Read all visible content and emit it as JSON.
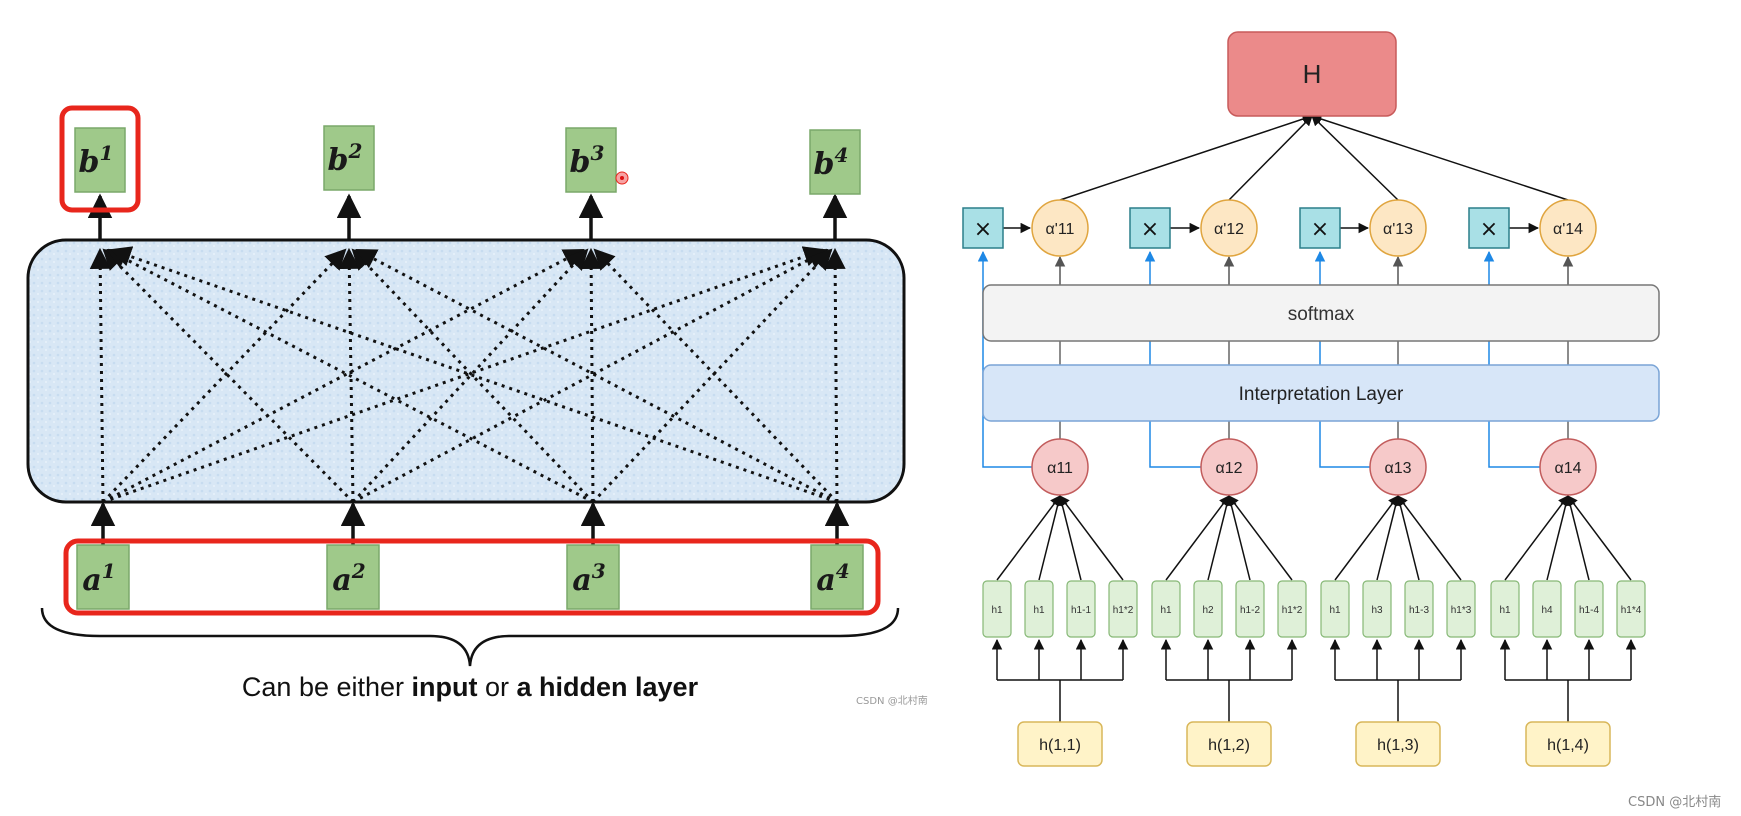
{
  "left_panel": {
    "outputs": [
      {
        "base": "b",
        "sup": "1",
        "highlighted": true
      },
      {
        "base": "b",
        "sup": "2",
        "highlighted": false
      },
      {
        "base": "b",
        "sup": "3",
        "highlighted": false
      },
      {
        "base": "b",
        "sup": "4",
        "highlighted": false
      }
    ],
    "inputs": [
      {
        "base": "a",
        "sup": "1"
      },
      {
        "base": "a",
        "sup": "2"
      },
      {
        "base": "a",
        "sup": "3"
      },
      {
        "base": "a",
        "sup": "4"
      }
    ],
    "caption": {
      "pre": "Can be either ",
      "bold1": "input",
      "mid": " or ",
      "bold2": "a hidden layer"
    },
    "watermark": "CSDN @北村南"
  },
  "right_panel": {
    "top_node": "H",
    "softmax_label": "softmax",
    "interpretation_label": "Interpretation Layer",
    "multiply_symbol": "×",
    "groups": [
      {
        "alpha": "α11",
        "alpha_prime": "α'11",
        "h_items": [
          "h1",
          "h1",
          "h1-1",
          "h1*2"
        ],
        "source": "h(1,1)"
      },
      {
        "alpha": "α12",
        "alpha_prime": "α'12",
        "h_items": [
          "h1",
          "h2",
          "h1-2",
          "h1*2"
        ],
        "source": "h(1,2)"
      },
      {
        "alpha": "α13",
        "alpha_prime": "α'13",
        "h_items": [
          "h1",
          "h3",
          "h1-3",
          "h1*3"
        ],
        "source": "h(1,3)"
      },
      {
        "alpha": "α14",
        "alpha_prime": "α'14",
        "h_items": [
          "h1",
          "h4",
          "h1-4",
          "h1*4"
        ],
        "source": "h(1,4)"
      }
    ],
    "watermark": "CSDN @北村南"
  },
  "colors": {
    "green_fill": "#9fc98a",
    "green_stroke": "#7aa86a",
    "red_highlight": "#e8261c",
    "block_fill": "#d6e6f5",
    "h_fill": "#e8797a",
    "alpha_fill": "#f6c9c9",
    "alpha_prime_fill": "#fde7c4",
    "mult_fill": "#a9e0e6",
    "softmax_fill": "#f3f3f3",
    "interp_fill": "#d7e6f8",
    "hbox_fill": "#dff0d8",
    "source_fill": "#fff3c8",
    "blue_line": "#1e88e5"
  }
}
